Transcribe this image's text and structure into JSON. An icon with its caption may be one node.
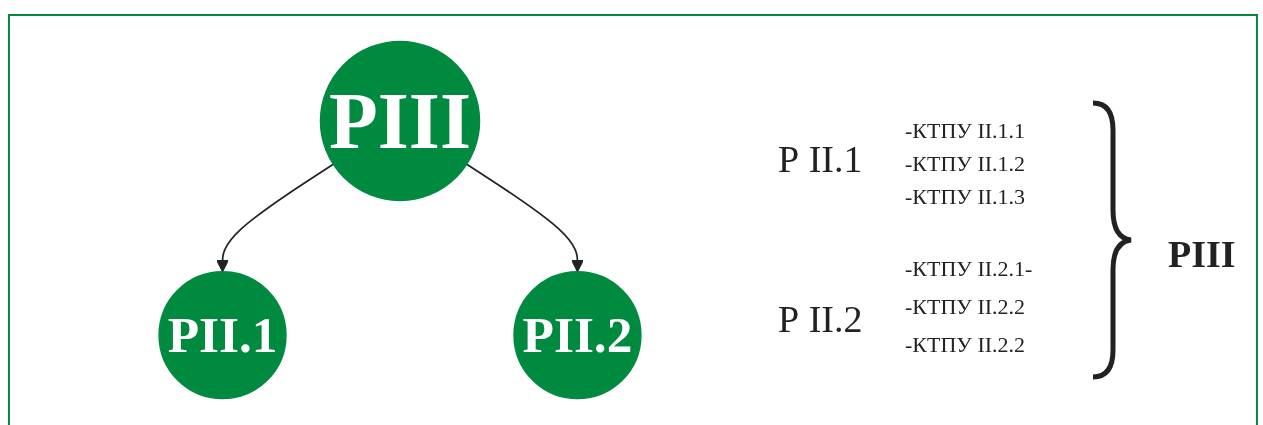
{
  "diagram": {
    "nodes": [
      {
        "text": [
          "РIII"
        ]
      },
      {
        "text": [
          "РII.1"
        ]
      },
      {
        "text": [
          "РII.2"
        ]
      }
    ],
    "edges": [
      {
        "from": 0,
        "to": 1,
        "arrow": "to"
      },
      {
        "from": 0,
        "to": 2,
        "arrow": "to"
      }
    ],
    "labels": [
      "Р II.1",
      "-КТПУ II.1.1",
      "-КТПУ II.1.2",
      "-КТПУ II.1.3",
      "Р II.2",
      "-КТПУ II.2.1-",
      "-КТПУ II.2.2",
      "-КТПУ II.2.2",
      "РIII"
    ]
  }
}
